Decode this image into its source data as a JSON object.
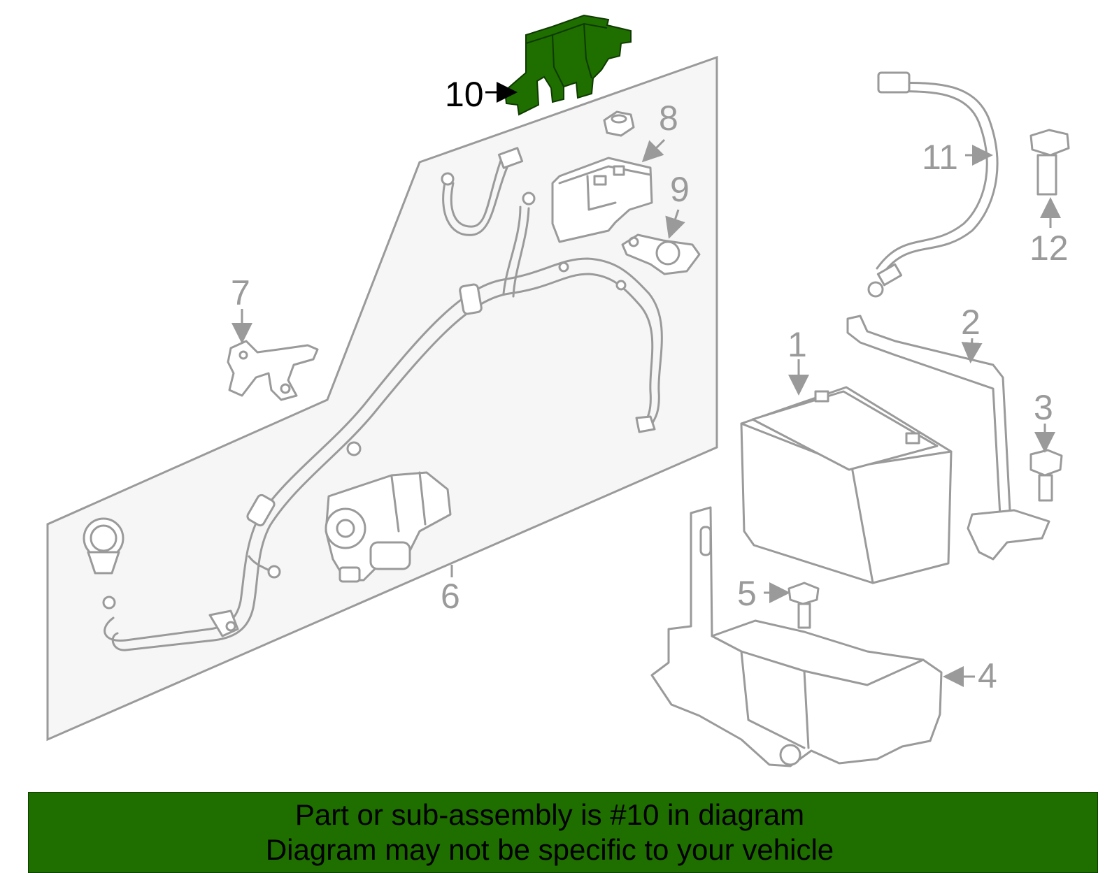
{
  "callouts": {
    "c1": "1",
    "c2": "2",
    "c3": "3",
    "c4": "4",
    "c5": "5",
    "c6": "6",
    "c7": "7",
    "c8": "8",
    "c9": "9",
    "c10": "10",
    "c11": "11",
    "c12": "12"
  },
  "highlight": {
    "part_number": "10",
    "color": "#1e6e00"
  },
  "banner": {
    "line1": "Part or sub-assembly is #10 in diagram",
    "line2": "Diagram may not be specific to your vehicle",
    "background": "#1e6e00"
  },
  "colors": {
    "line_art": "#9a9a9a",
    "panel_fill": "#f6f6f6"
  }
}
